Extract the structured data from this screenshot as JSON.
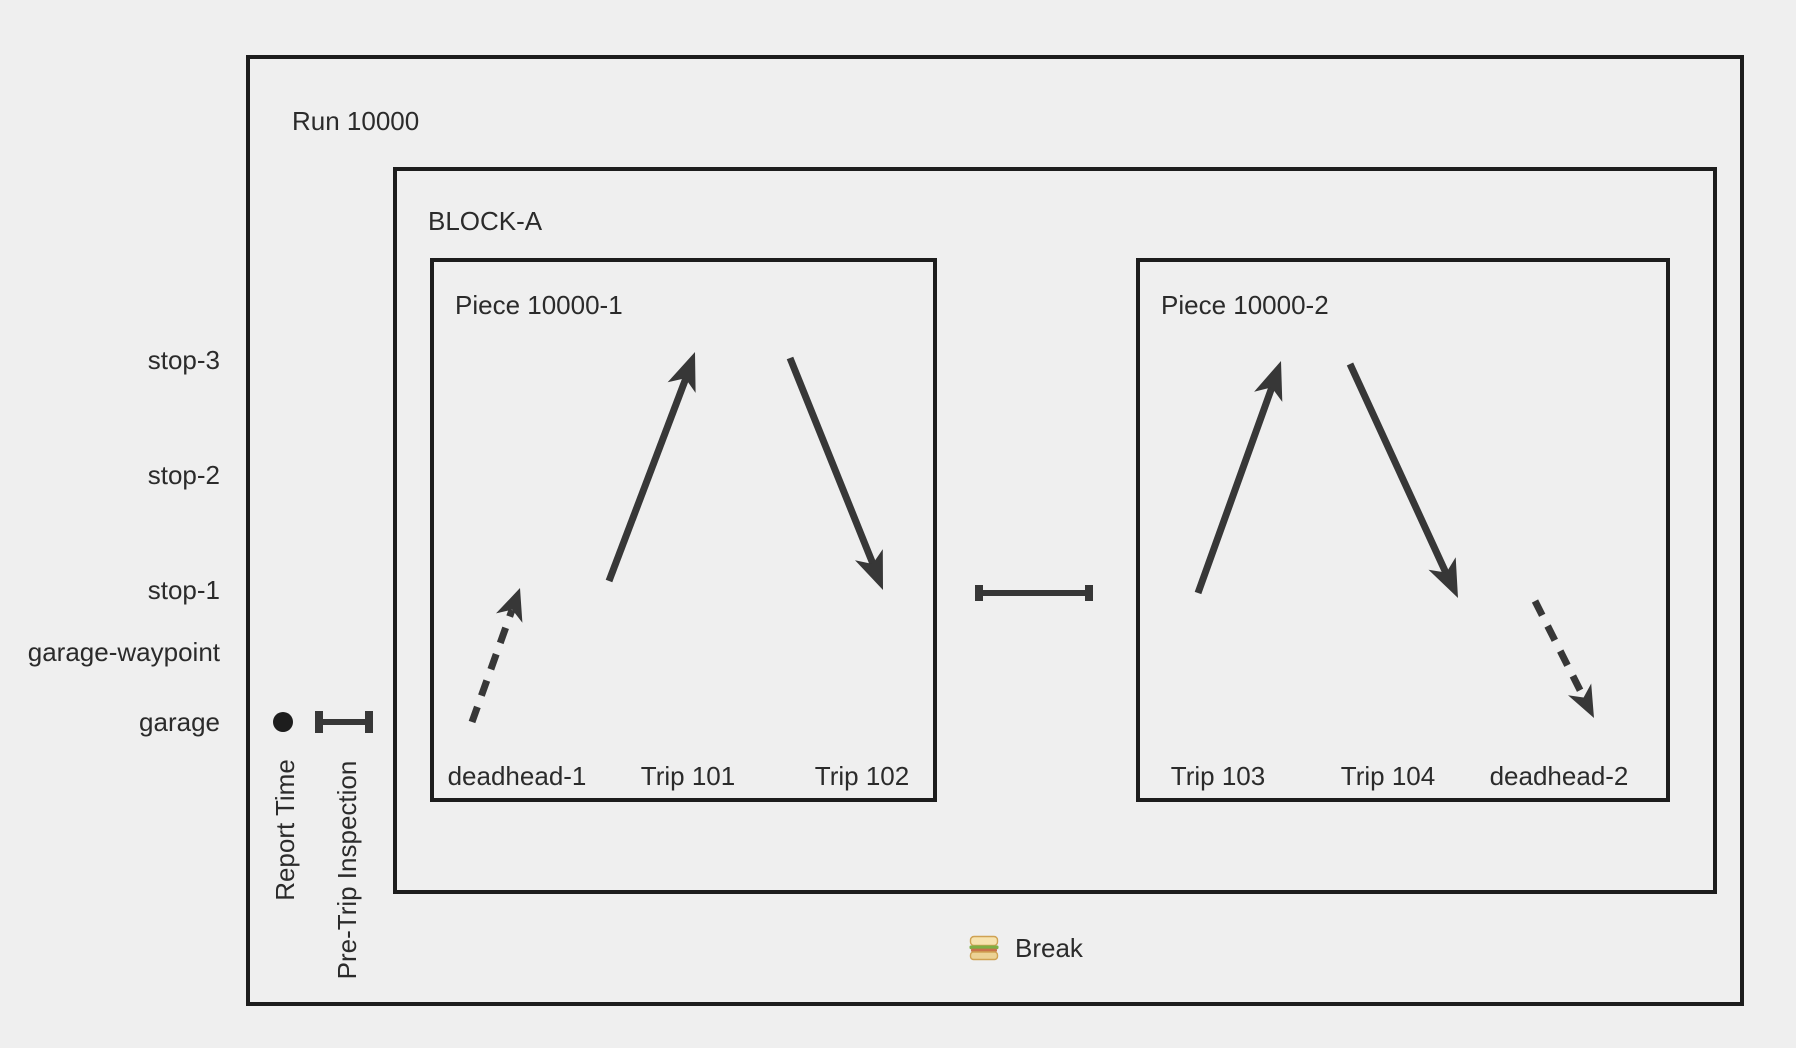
{
  "run": {
    "label": "Run 10000"
  },
  "block": {
    "label": "BLOCK-A"
  },
  "pieces": [
    {
      "label": "Piece 10000-1",
      "segments": [
        {
          "label": "deadhead-1",
          "type": "deadhead",
          "style": "dashed-arrow",
          "from": "garage",
          "to": "stop-1"
        },
        {
          "label": "Trip 101",
          "type": "trip",
          "style": "solid-arrow",
          "from": "stop-1",
          "to": "stop-3"
        },
        {
          "label": "Trip 102",
          "type": "trip",
          "style": "solid-arrow",
          "from": "stop-3",
          "to": "stop-1"
        }
      ]
    },
    {
      "label": "Piece 10000-2",
      "segments": [
        {
          "label": "Trip 103",
          "type": "trip",
          "style": "solid-arrow",
          "from": "stop-1",
          "to": "stop-3"
        },
        {
          "label": "Trip 104",
          "type": "trip",
          "style": "solid-arrow",
          "from": "stop-3",
          "to": "stop-1"
        },
        {
          "label": "deadhead-2",
          "type": "deadhead",
          "style": "dashed-arrow",
          "from": "stop-1",
          "to": "garage"
        }
      ]
    }
  ],
  "axis": {
    "stops": [
      "stop-3",
      "stop-2",
      "stop-1",
      "garage-waypoint",
      "garage"
    ]
  },
  "events": {
    "report_time": {
      "label": "Report Time",
      "marker": "dot",
      "at": "garage"
    },
    "pre_trip": {
      "label": "Pre-Trip Inspection",
      "marker": "interval-bar",
      "at": "garage"
    },
    "piece_gap": {
      "marker": "interval-bar",
      "at": "stop-1"
    },
    "break": {
      "label": "Break",
      "icon": "sandwich-icon"
    }
  },
  "colors": {
    "background": "#efefef",
    "border": "#1d1d1d",
    "arrow": "#373737",
    "text": "#2b2b2b"
  }
}
